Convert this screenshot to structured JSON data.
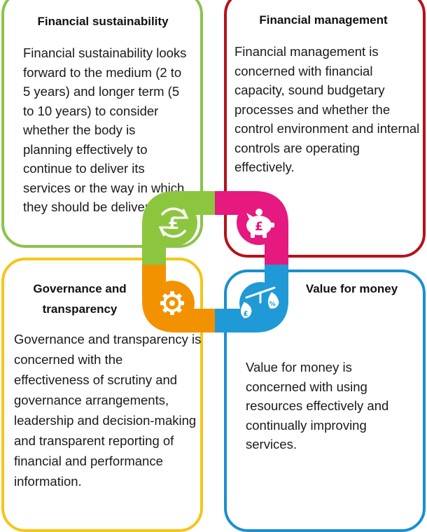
{
  "quadrants": {
    "financial_sustainability": {
      "title": "Financial sustainability",
      "body": "Financial sustainability looks forward to the medium (2 to 5 years) and longer term (5 to 10 years) to consider whether the body is planning effectively to continue to deliver its services or the way in which they should be delivered.",
      "color": "#8bc34a"
    },
    "financial_management": {
      "title": "Financial management",
      "body": "Financial management is concerned with financial capacity, sound budgetary processes and whether the control environment and internal controls are operating effectively.",
      "color": "#b5121b"
    },
    "governance_transparency": {
      "title": "Governance and transparency",
      "body": "Governance and transparency is concerned with the effectiveness of scrutiny and governance arrangements, leadership and decision-making and transparent reporting of financial and performance information.",
      "color": "#f5c518"
    },
    "value_for_money": {
      "title": "Value for money",
      "body": "Value for money is concerned with using resources effectively and continually improving services.",
      "color": "#1b8fd1"
    }
  },
  "cycle": {
    "segment_colors": {
      "green": "#8cc63f",
      "magenta": "#e5197f",
      "blue": "#1f9ad6",
      "orange": "#f39200"
    },
    "icons": [
      "pound-refresh-icon",
      "piggy-bank-icon",
      "balance-scale-icon",
      "gear-icon"
    ]
  }
}
